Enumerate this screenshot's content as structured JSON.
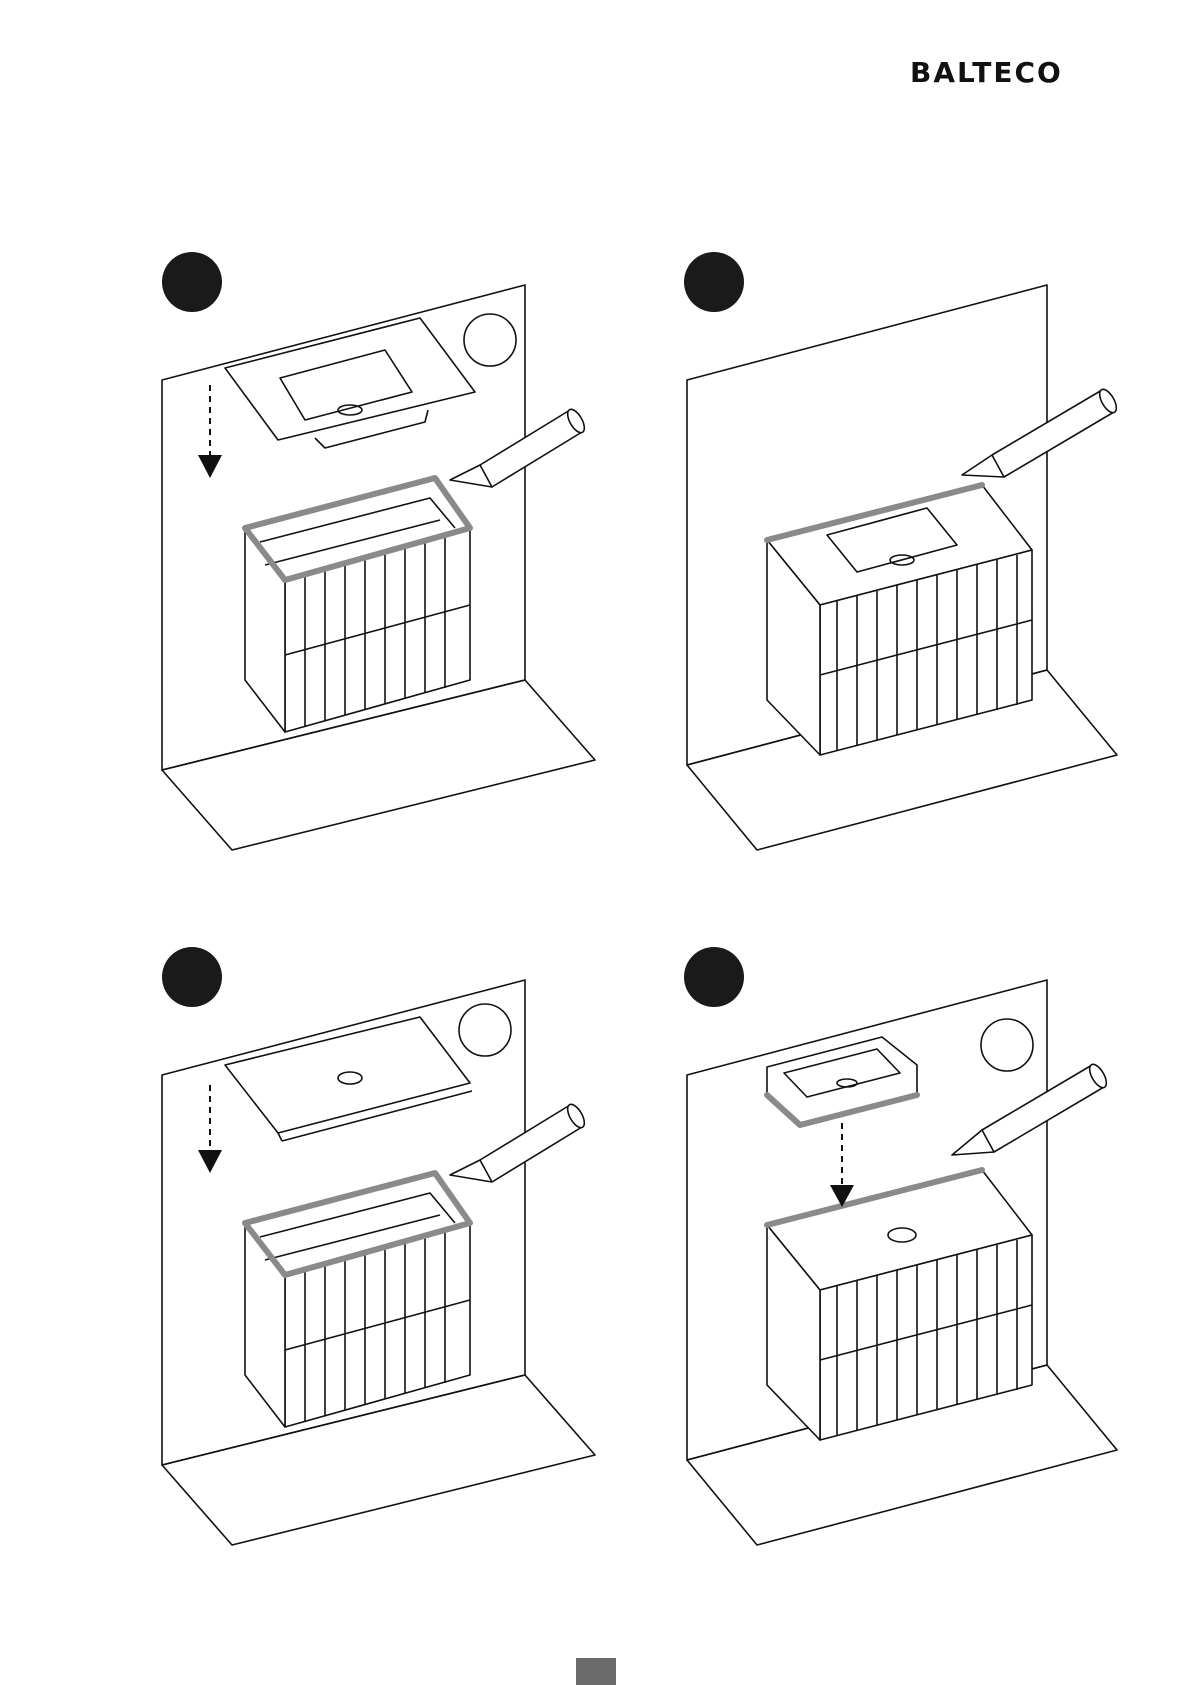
{
  "brand": {
    "name": "BALTECO"
  },
  "steps": [
    {
      "id": "step-1",
      "icon": "lower-washbasin-with-silicone-icon"
    },
    {
      "id": "step-2",
      "icon": "seal-washbasin-to-wall-icon"
    },
    {
      "id": "step-3",
      "icon": "lower-countertop-with-silicone-icon"
    },
    {
      "id": "step-4",
      "icon": "place-vessel-sink-on-countertop-icon"
    }
  ],
  "colors": {
    "ink": "#111111",
    "silicone": "#8a8a8a",
    "badge": "#1a1a1a",
    "page_tab": "#6b6b6b"
  }
}
